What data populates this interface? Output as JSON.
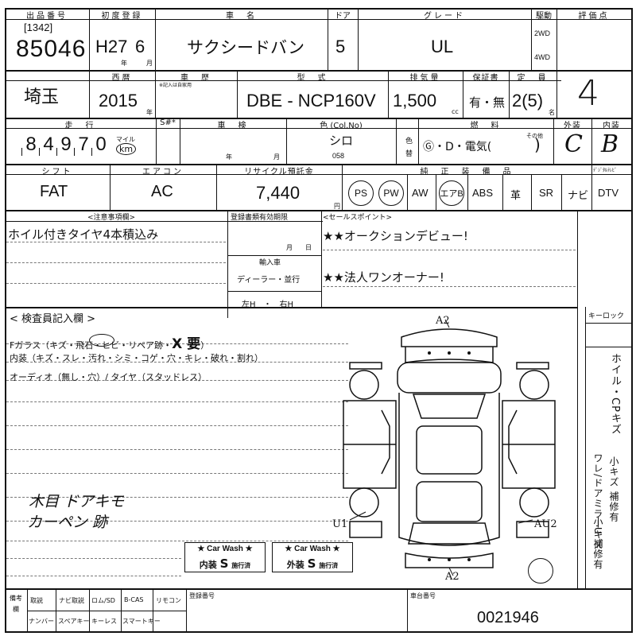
{
  "header": {
    "lot_label": "出品番号",
    "first_reg_label": "初度登録",
    "car_name_label": "車　名",
    "door_label": "ドア",
    "grade_label": "グレード",
    "drive_label": "駆動",
    "rating_label": "評価点",
    "lot_sub": "[1342]",
    "lot_number": "85046",
    "first_reg_era": "H27",
    "first_reg_month": "6",
    "year_unit": "年",
    "month_unit": "月",
    "car_name": "サクシードバン",
    "doors": "5",
    "grade": "UL",
    "drive_2wd": "2WD",
    "drive_4wd": "4WD",
    "rating": "4"
  },
  "row2": {
    "region": "埼玉",
    "year_label": "西暦",
    "year_value": "2015",
    "year_unit": "年",
    "history_label": "車　歴",
    "history_note": "※記入は自家用",
    "model_label": "型　式",
    "model_value": "DBE - NCP160V",
    "displacement_label": "排気量",
    "displacement_value": "1,500",
    "cc_unit": "cc",
    "warranty_label": "保証書",
    "warranty_value": "有・無",
    "capacity_label": "定　員",
    "capacity_value": "2(5)",
    "capacity_unit": "名"
  },
  "row3": {
    "mileage_label": "走　行",
    "mileage_digits": [
      "8",
      "4",
      "9",
      "7",
      "0"
    ],
    "mile_unit": "マイル",
    "km_unit": "km",
    "sharp_label": "S#*",
    "inspection_label": "車　検",
    "year_unit": "年",
    "month_unit": "月",
    "color_label": "色 (Col.No)",
    "color_value": "シロ",
    "color_no": "058",
    "color_change_label_1": "色",
    "color_change_label_2": "替",
    "fuel_label": "燃　料",
    "fuel_value": "Ⓖ・D・電気(",
    "fuel_other": "その他",
    "fuel_close": ")",
    "exterior_label": "外装",
    "interior_label": "内装",
    "exterior_grade": "C",
    "interior_grade": "B"
  },
  "row4": {
    "shift_label": "シフト",
    "shift_value": "FAT",
    "ac_label": "エアコン",
    "ac_value": "AC",
    "recycle_label": "リサイクル預託金",
    "recycle_value": "7,440",
    "yen_unit": "円",
    "equipment_label": "純　正　装　備　品",
    "dtv_header": "ﾃﾞｼﾞﾀﾙﾃﾚﾋﾞ",
    "equipment": [
      "PS",
      "PW",
      "AW",
      "エアB",
      "ABS",
      "革",
      "SR",
      "ナビ",
      "DTV"
    ]
  },
  "notes": {
    "caution_label": "<注意事項欄>",
    "caution_text": "ホイル付きタイヤ4本積込み",
    "doc_label": "登録書類有効期限",
    "doc_month": "月",
    "doc_day": "日",
    "import_label": "輸入車",
    "import_value": "ディーラー・並行",
    "steering_value": "左H　・　右H",
    "sales_label": "<セールスポイント>",
    "sales_1": "★★オークションデビュー!",
    "sales_2": "★★法人ワンオーナー!"
  },
  "inspector": {
    "title": "< 検査員記入欄 >",
    "line_1": "Fガラス（キズ・飛石・ヒビ・リペア跡・",
    "line_1_mark": "X 要",
    "line_1_close": "）",
    "line_2": "内装（キズ・スレ・汚れ・シミ・コゲ・穴・キレ・破れ・割れ）",
    "line_3": "オーディオ（無し・穴）/ タイヤ（スタッドレス）",
    "hand_1": "木目 ドアキモ",
    "hand_2": "カーペン 跡"
  },
  "diagram": {
    "top_mark": "A2",
    "bottom_mark": "A2",
    "left_mark": "U1",
    "right_mark": "AU2"
  },
  "car_wash": [
    {
      "title": "★ Car Wash ★",
      "area": "内装",
      "grade": "S",
      "status": "施行済"
    },
    {
      "title": "★ Car Wash ★",
      "area": "外装",
      "grade": "S",
      "status": "施行済"
    }
  ],
  "side": {
    "key_label": "キーロック",
    "vertical_1": "ホイル・CPキズ",
    "vertical_2": "ワレ/ドアミラーキズ",
    "vertical_3": "小キズ 補修有",
    "vertical_4": "小U 補修有"
  },
  "bottom": {
    "remarks_label": "備考欄",
    "items_row1": [
      "取説",
      "ナビ取説",
      "ロム/SD",
      "B-CAS",
      "リモコン"
    ],
    "items_row2": [
      "ナンバー",
      "スペアキー",
      "キーレス",
      "スマートキー"
    ],
    "reg_label": "登録番号",
    "chassis_label": "車台番号",
    "chassis_value": "0021946"
  }
}
